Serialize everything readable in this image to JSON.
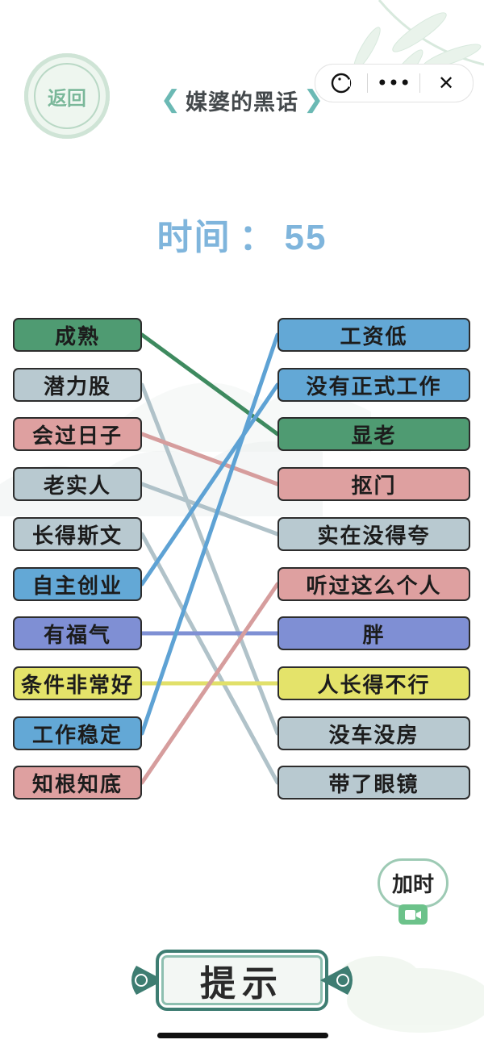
{
  "header": {
    "back_label": "返回",
    "level_title": "媒婆的黑话",
    "capsule": {
      "more_icon": "•••",
      "close_icon": "✕"
    }
  },
  "timer": {
    "label": "时间",
    "separator": "：",
    "value": "55"
  },
  "colors": {
    "green": "#4f9b72",
    "gray": "#b8c9d0",
    "red": "#dea0a0",
    "blue": "#63a8d6",
    "purple": "#7f8fd4",
    "yellow": "#e4e36a",
    "line_green": "#3e8a5f",
    "line_gray": "#b0c2c9",
    "line_red": "#d69d9d",
    "line_blue": "#5ea2d4",
    "line_purple": "#7f90d4",
    "line_yellow": "#e1e06a",
    "accent_teal": "#6bb9b4"
  },
  "left_words": [
    {
      "text": "成熟",
      "color": "green"
    },
    {
      "text": "潜力股",
      "color": "gray"
    },
    {
      "text": "会过日子",
      "color": "red"
    },
    {
      "text": "老实人",
      "color": "gray"
    },
    {
      "text": "长得斯文",
      "color": "gray"
    },
    {
      "text": "自主创业",
      "color": "blue"
    },
    {
      "text": "有福气",
      "color": "purple"
    },
    {
      "text": "条件非常好",
      "color": "yellow"
    },
    {
      "text": "工作稳定",
      "color": "blue"
    },
    {
      "text": "知根知底",
      "color": "red"
    }
  ],
  "right_words": [
    {
      "text": "工资低",
      "color": "blue"
    },
    {
      "text": "没有正式工作",
      "color": "blue"
    },
    {
      "text": "显老",
      "color": "green"
    },
    {
      "text": "抠门",
      "color": "red"
    },
    {
      "text": "实在没得夸",
      "color": "gray"
    },
    {
      "text": "听过这么个人",
      "color": "red"
    },
    {
      "text": "胖",
      "color": "purple"
    },
    {
      "text": "人长得不行",
      "color": "yellow"
    },
    {
      "text": "没车没房",
      "color": "gray"
    },
    {
      "text": "带了眼镜",
      "color": "gray"
    }
  ],
  "connections": [
    {
      "from": 0,
      "to": 2,
      "color": "line_green"
    },
    {
      "from": 1,
      "to": 8,
      "color": "line_gray"
    },
    {
      "from": 2,
      "to": 3,
      "color": "line_red"
    },
    {
      "from": 3,
      "to": 4,
      "color": "line_gray"
    },
    {
      "from": 4,
      "to": 9,
      "color": "line_gray"
    },
    {
      "from": 5,
      "to": 1,
      "color": "line_blue"
    },
    {
      "from": 6,
      "to": 6,
      "color": "line_purple"
    },
    {
      "from": 7,
      "to": 7,
      "color": "line_yellow"
    },
    {
      "from": 8,
      "to": 0,
      "color": "line_blue"
    },
    {
      "from": 9,
      "to": 5,
      "color": "line_red"
    }
  ],
  "buttons": {
    "add_time_label": "加时",
    "add_time_icon": "video-ad-icon",
    "hint_label": "提示"
  }
}
